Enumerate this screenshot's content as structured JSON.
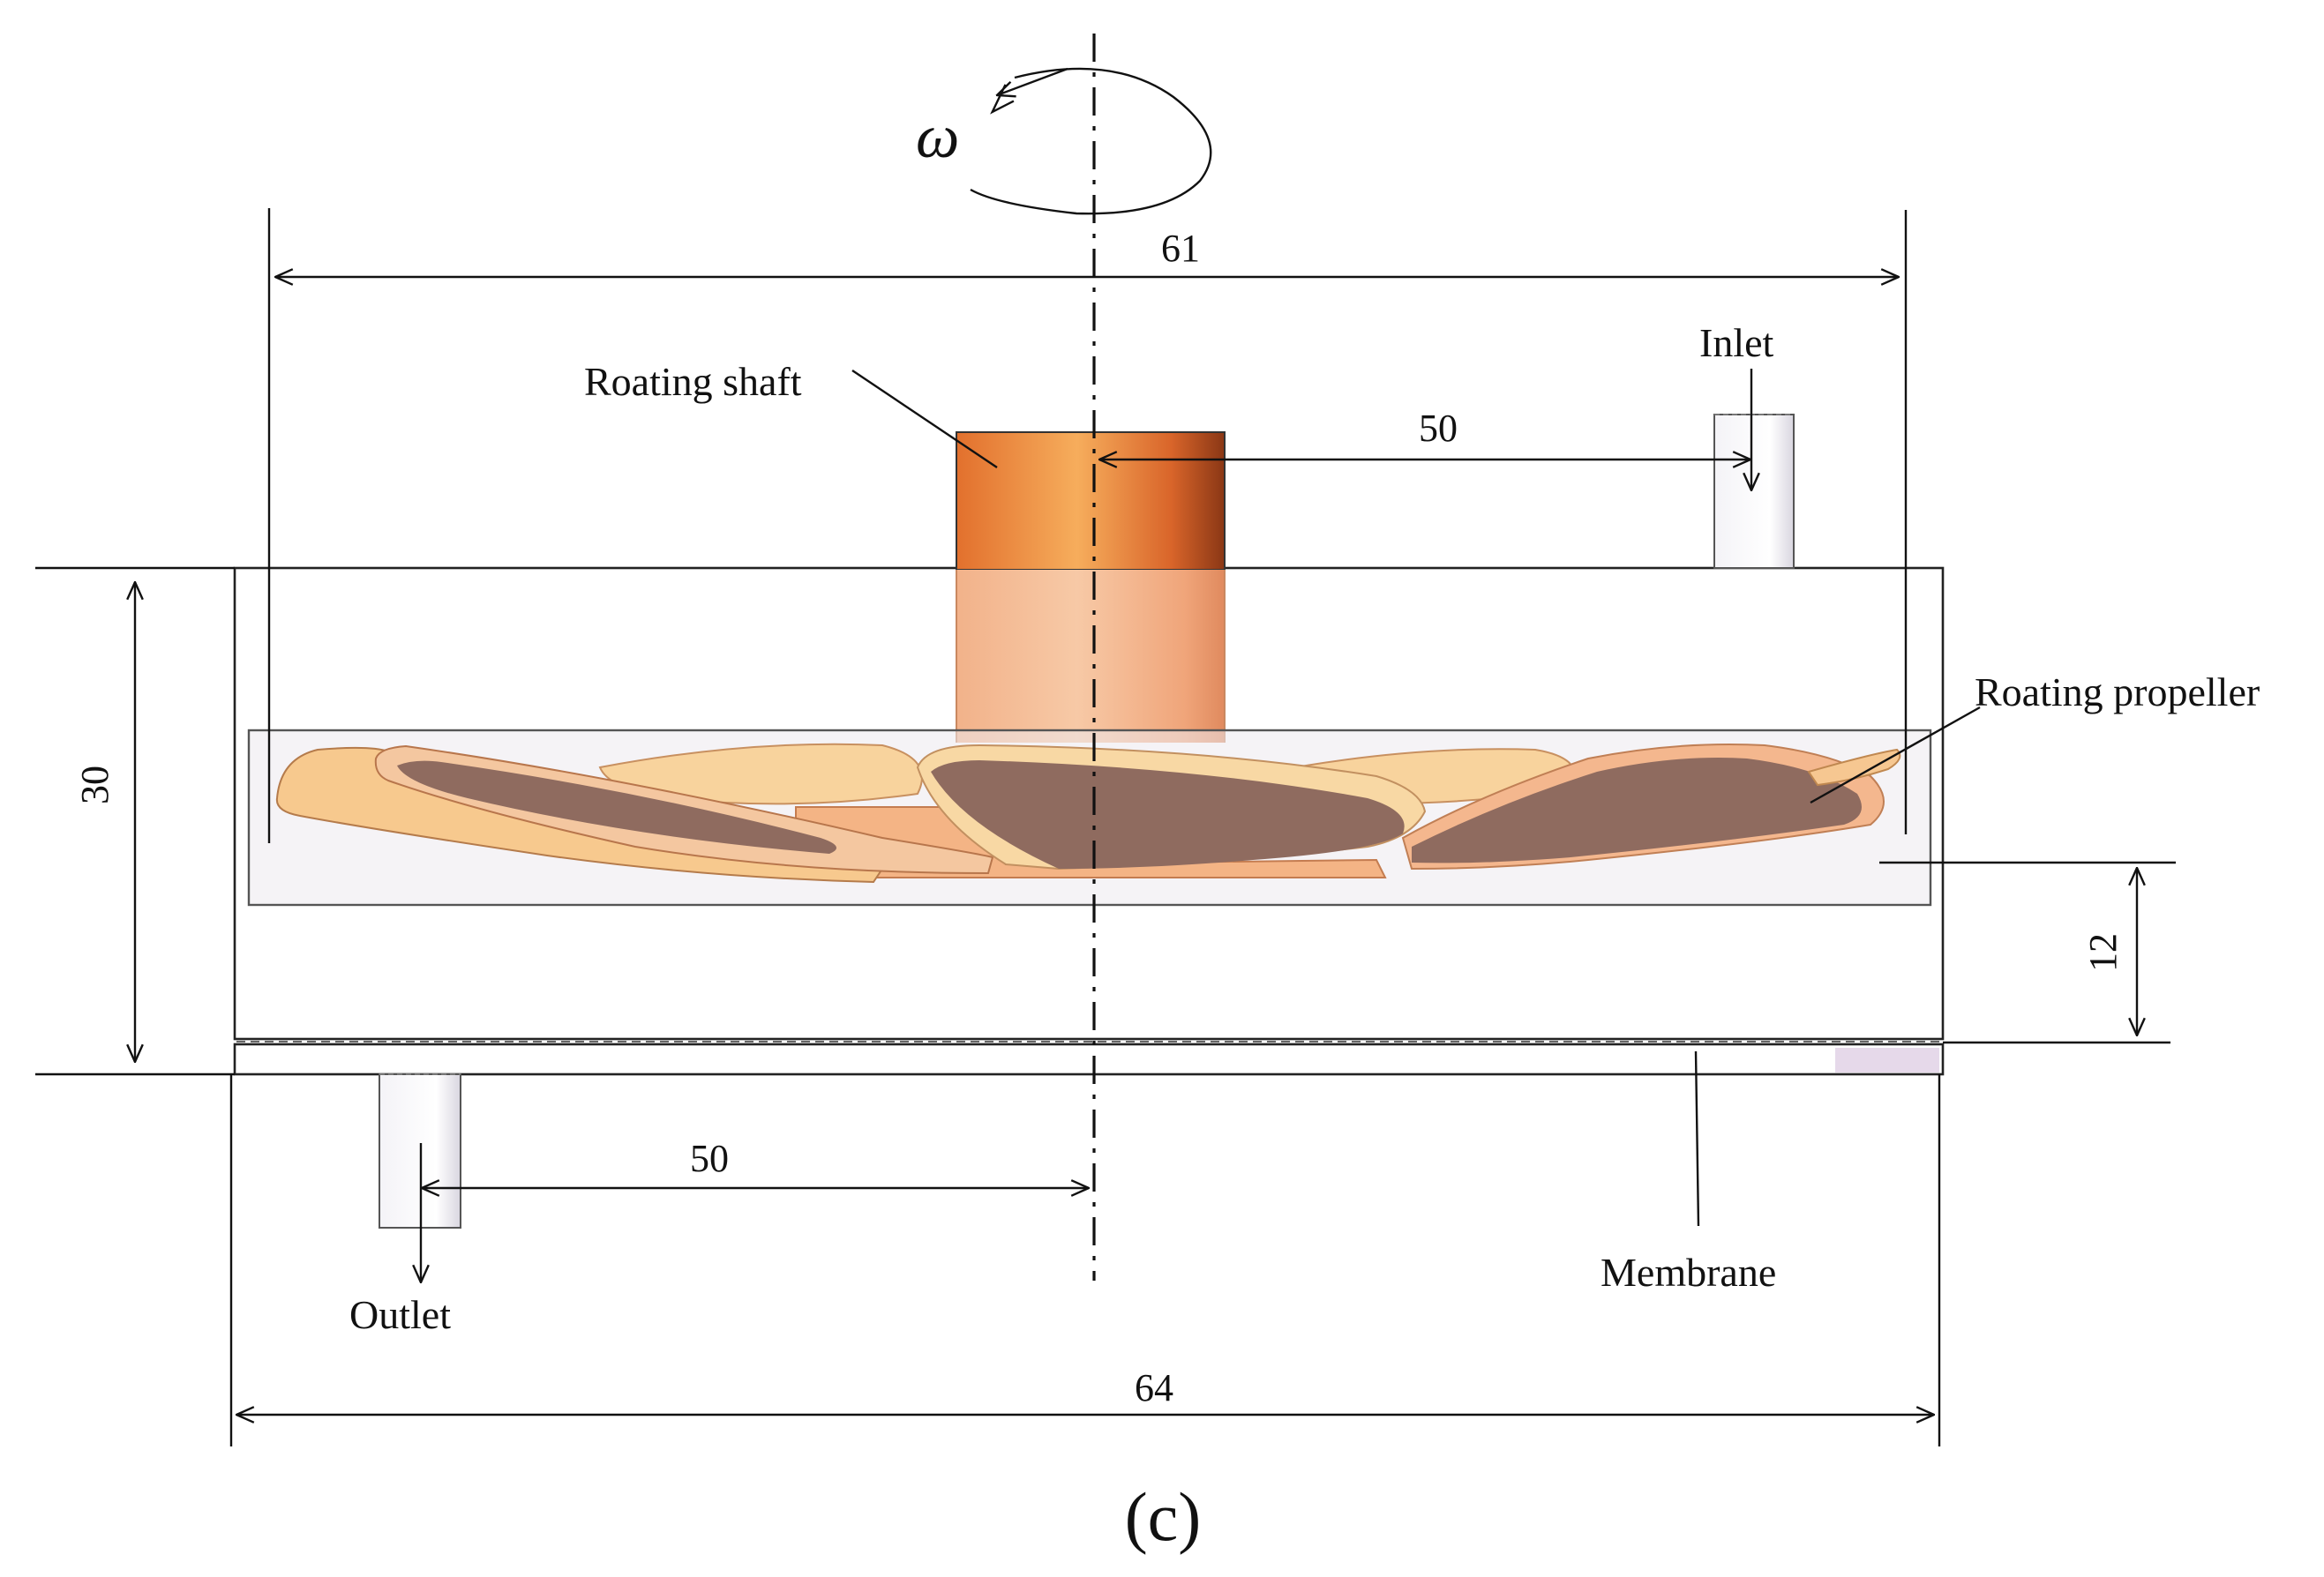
{
  "labels": {
    "omega": "ω",
    "shaft": "Roating shaft",
    "propeller": "Roating propeller",
    "inlet": "Inlet",
    "outlet": "Outlet",
    "membrane": "Membrane",
    "caption": "(c)"
  },
  "dimensions": {
    "inner_width": "61",
    "shaft_to_inlet": "50",
    "outlet_to_axis": "50",
    "height": "30",
    "propeller_gap": "12",
    "outer_width": "64"
  },
  "colors": {
    "shaft_dark": "#c2531f",
    "shaft_light": "#f6ac60",
    "blade_face": "#8c6a5e",
    "blade_edge": "#f3c58e",
    "housing": "#f1eff4"
  }
}
